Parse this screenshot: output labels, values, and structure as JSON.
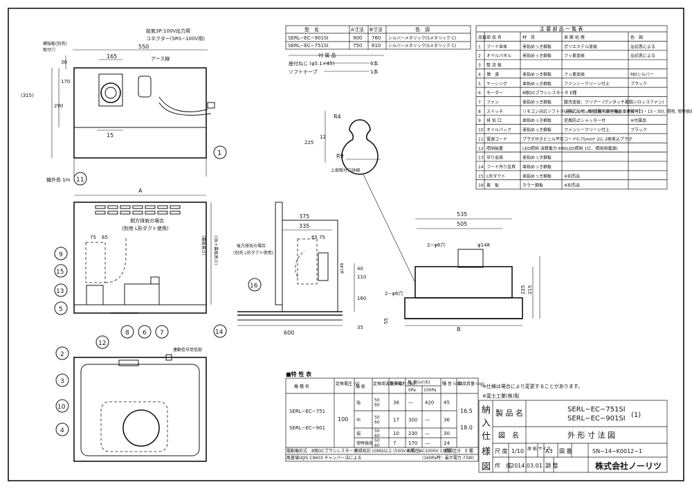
{
  "model_table": {
    "headers": [
      "型　名",
      "A寸法",
      "B寸法",
      "色　調"
    ],
    "rows": [
      [
        "SERL−EC−901SI",
        "900",
        "760",
        "シルバーメタリック(Sメタリック C)"
      ],
      [
        "SERL−EC−751SI",
        "750",
        "610",
        "シルバーメタリック(Sメタリック C)"
      ]
    ]
  },
  "accessories": {
    "title": "付 属 品",
    "items": [
      {
        "name": "座付ねじ (φ5.1×45)",
        "qty": "6本"
      },
      {
        "name": "ソフトテープ",
        "qty": "1本"
      }
    ]
  },
  "parts_table": {
    "title": "主 要 部 品 一 覧 表",
    "headers": [
      "品番",
      "部 品 名",
      "材　質",
      "表 面 処 理",
      "色　調"
    ],
    "rows": [
      [
        "1",
        "フード本体",
        "亜鉛めっき鋼板",
        "ポリエステル塗装",
        "左記表による"
      ],
      [
        "2",
        "オイルパネル",
        "亜鉛めっき鋼板",
        "フッ素塗装",
        "左記表による"
      ],
      [
        "3",
        "整 流 板",
        "",
        "",
        ""
      ],
      [
        "4",
        "増　速",
        "亜鉛めっき鋼板",
        "フッ素塗装",
        "MDシルバー"
      ],
      [
        "5",
        "ケーシング",
        "亜鉛めっき鋼板",
        "ファンシークリーン付上",
        "ブラック"
      ],
      [
        "6",
        "モーター",
        "8極DCブラシレスモータ E種",
        "",
        ""
      ],
      [
        "7",
        "ファン",
        "亜鉛めっき鋼板",
        "酸洗塗装：クリアー (ワンタッチ着脱シロッコファン)",
        ""
      ],
      [
        "8",
        "スイッチ",
        "リモコン対応ソフトタッチ式スイッチ【専用調理機器と連動可】",
        "(運転 入/切, 風量(弱・中・強), タイマー(3・15・30), 照明, 常時換気)",
        ""
      ],
      [
        "9",
        "排 気 口",
        "亜鉛めっき鋼板",
        "逆風防止シャッター付",
        "※付属品"
      ],
      [
        "10",
        "オイルパック",
        "亜鉛めっき鋼板",
        "ファンシークリーン付上",
        "ブラック"
      ],
      [
        "11",
        "電源コード",
        "プラグ付きビニル平形コード0.75mm² 2心 2極差込プラグ",
        "",
        ""
      ],
      [
        "12",
        "照明装置",
        "LED照明 消費電力:6W(LED照明 1灯、照明用電源)",
        "",
        ""
      ],
      [
        "13",
        "吊り金具",
        "亜鉛めっき鋼板",
        "",
        ""
      ],
      [
        "14",
        "フード吊り金具",
        "亜鉛めっき鋼板",
        "",
        ""
      ],
      [
        "15",
        "L形ダクト",
        "亜鉛めっき鋼板",
        "※別売品",
        ""
      ],
      [
        "16",
        "幕　板",
        "カラー鋼板",
        "※別売品",
        ""
      ]
    ]
  },
  "spec_table": {
    "title": "■特 性 表",
    "headers": [
      "機 種 名",
      "定格電圧 (V)",
      "機 能",
      "定格周波数 (Hz)",
      "消費電力 (W)",
      "風 量(m³/h)",
      "騒 音 (dB)",
      "製品質量 (kg)"
    ],
    "sub_headers": [
      "0Pa",
      "100Pa"
    ],
    "models": [
      "SERL−EC−751",
      "SERL−EC−901"
    ],
    "voltage": "100",
    "rows": [
      {
        "mode": "強",
        "hz": [
          "50",
          "60"
        ],
        "w": "36",
        "q0": "—",
        "q100": "420",
        "db": "45"
      },
      {
        "mode": "中",
        "hz": [
          "50",
          "60"
        ],
        "w": "17",
        "q0": "300",
        "q100": "—",
        "db": "36"
      },
      {
        "mode": "弱",
        "hz": [
          "50",
          "60"
        ],
        "w": "10",
        "q0": "230",
        "q100": "—",
        "db": "30"
      },
      {
        "mode": "常時換気",
        "hz": [
          "50",
          "60"
        ],
        "w": "7",
        "q0": "170",
        "q100": "—",
        "db": "24"
      }
    ],
    "mass": [
      "16.5",
      "18.0"
    ],
    "footer1": [
      "電動機形式",
      "8極DCブラシレスモータ",
      "絶縁抵抗",
      "10MΩ以上 (500Vメガー)",
      "耐電圧",
      "AC1000V 1分間",
      "絶縁区分",
      "E 種"
    ],
    "footer2": "風量値はJIS C9603 チャンバー法による",
    "footer3": "(160Pa時：最大電力 73W)"
  },
  "notes": [
    "※仕様は場合により変更することがあります。",
    "※富士工業(株)製"
  ],
  "title_block": {
    "product_label": "製 品 名",
    "products": [
      "SERL−EC−751SI",
      "SERL−EC−901SI"
    ],
    "product_no": "(1)",
    "drawing_label": "図　名",
    "drawing_name": "外 形 寸 法 図",
    "scale_label": "尺 度",
    "scale": "1/10",
    "size_label": "原 紙 サイズ",
    "size": "A3",
    "no_label": "図 番",
    "drawing_no": "SN−14−K0012−1",
    "made_label": "作　成",
    "date": "2014.03.01",
    "check_label": "調 整",
    "company": "株式会社ノーリツ",
    "side_chars": [
      "納",
      "入",
      "仕",
      "様",
      "図"
    ]
  },
  "annotations": {
    "power_supply": "給気3P:100V出力用",
    "connector": "コネクター(SRS−100V用)",
    "earth": "アース線",
    "board": "補強板(別売)",
    "mount_holes": "取付穴",
    "cord": "機外長 1m",
    "side_exhaust": "側方排気の場合",
    "side_exhaust2": "(別売 L形ダクト使用)",
    "rear_exhaust": "後方排気の場合",
    "rear_exhaust2": "(別売 L形ダクト使用)",
    "hole_detail": "上部取付穴詳細",
    "signal": "連動信号受信部"
  },
  "dims": {
    "d550": "550",
    "d165": "165",
    "d30": "30",
    "d170": "170",
    "d290": "290",
    "d315": "(315)",
    "d15": "15",
    "dA": "A",
    "dB": "B",
    "dH1": "(幕板高さ)",
    "dH2": "(36＋幕板高さ)",
    "d75": "75",
    "d65": "65",
    "d375": "375",
    "d335": "335",
    "d6575": "65 75",
    "d148": "φ148",
    "d40": "40",
    "d110": "110",
    "d160": "160",
    "d35": "35",
    "d600": "600",
    "d535": "535",
    "d505": "505",
    "d2phi6": "2−φ6穴",
    "d2phi8": "2−φ8穴",
    "d225": "225",
    "d215": "215",
    "d55": "55",
    "d225b": "225",
    "d12": "12",
    "r4": "R4",
    "r9": "R9"
  }
}
